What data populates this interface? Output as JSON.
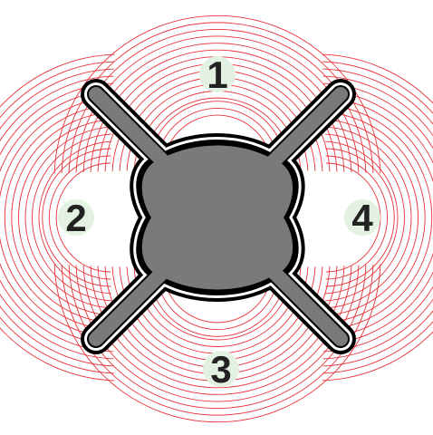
{
  "zones": [
    {
      "id": "top",
      "label": "1"
    },
    {
      "id": "left",
      "label": "2"
    },
    {
      "id": "bottom",
      "label": "3"
    },
    {
      "id": "right",
      "label": "4"
    }
  ],
  "colors": {
    "ripple": "#e8333a",
    "label_glow": "#e3f1e3",
    "body_fill": "#7a7a7a",
    "body_stroke": "#000000",
    "body_outline": "#ffffff"
  }
}
